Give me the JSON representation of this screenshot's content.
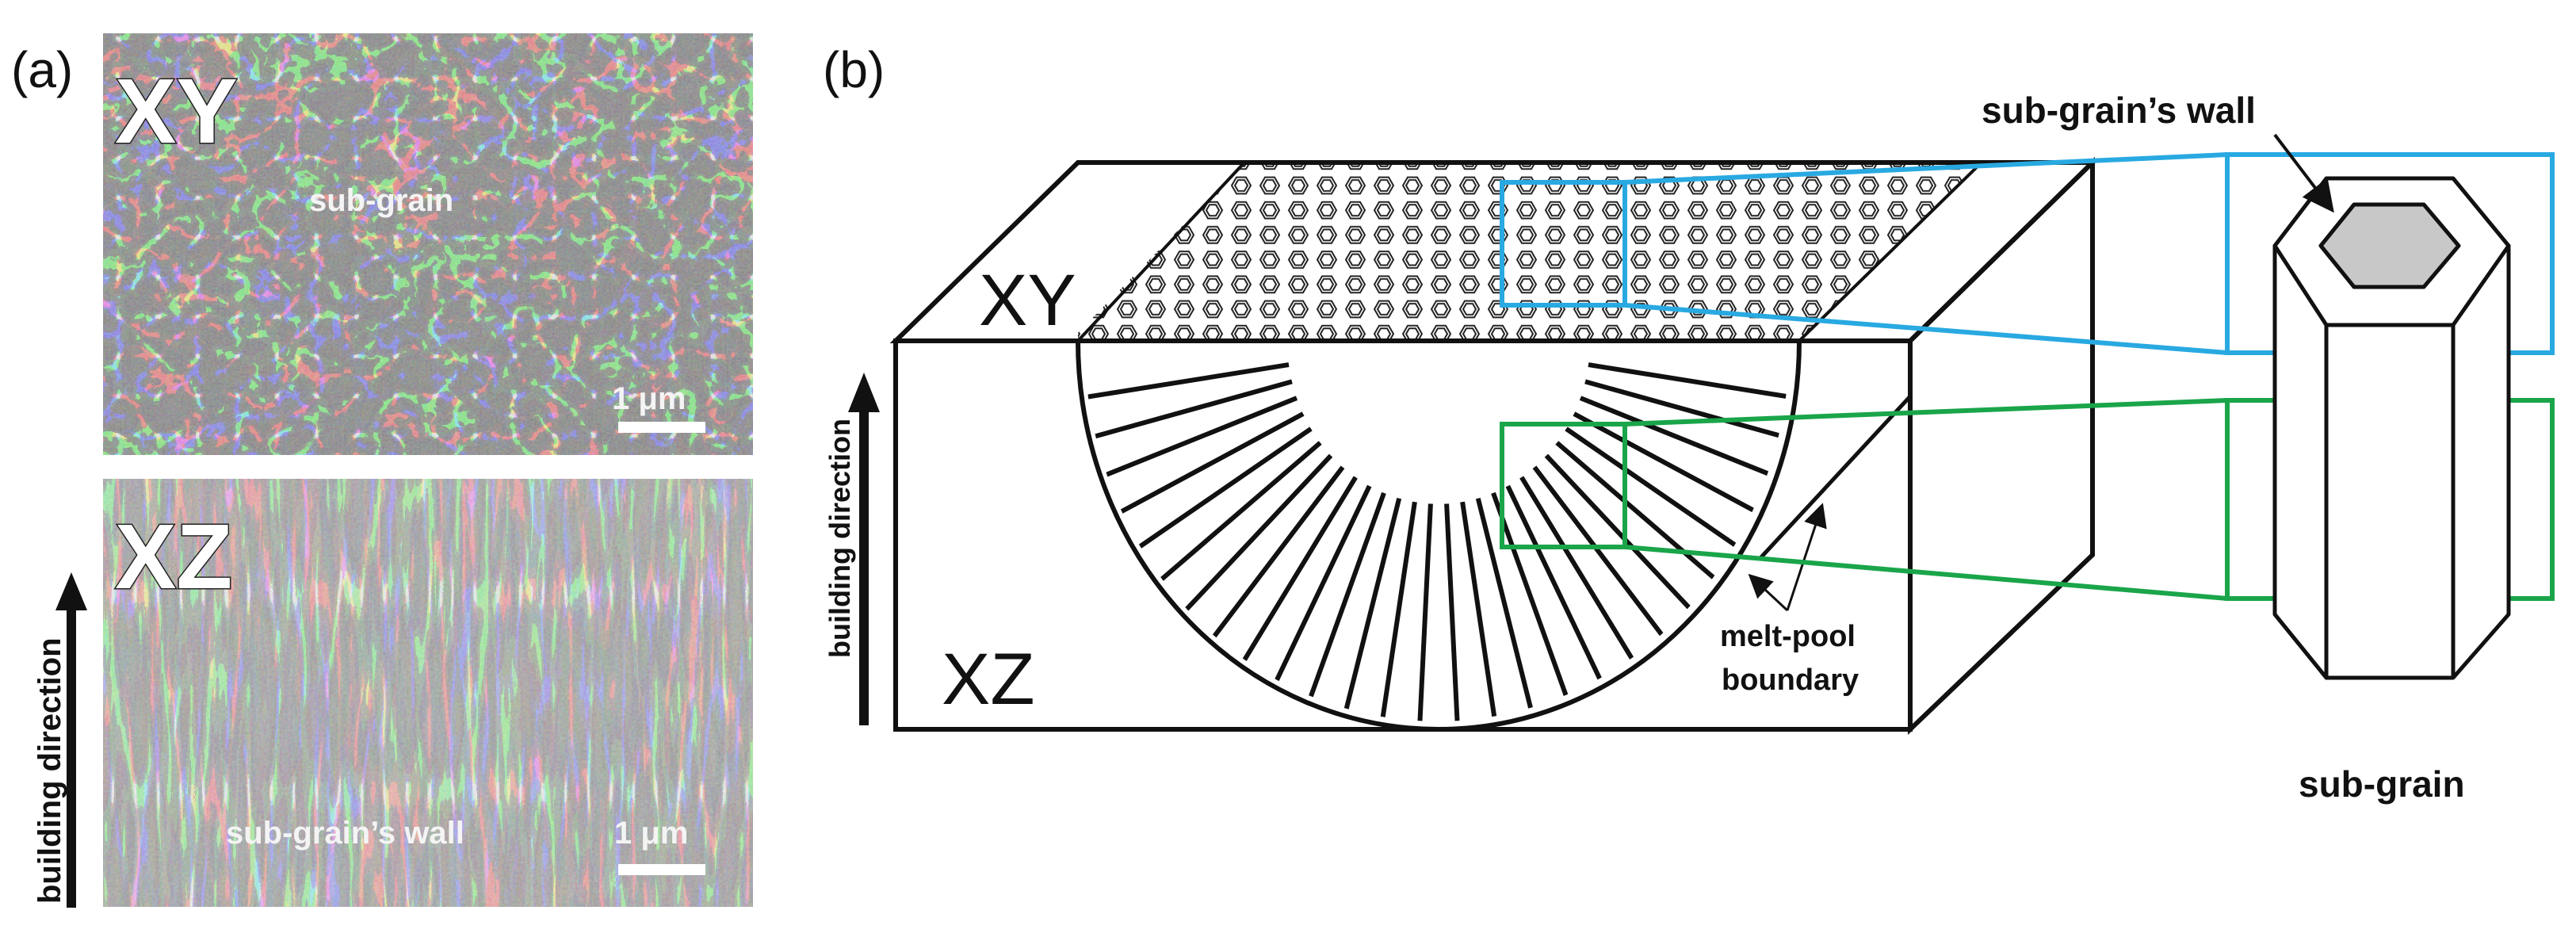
{
  "panel_a": {
    "label": "(a)",
    "xy_image": {
      "title": "XY",
      "annotation": "sub-grain",
      "scale_bar": "1 μm"
    },
    "xz_image": {
      "title": "XZ",
      "annotation": "sub-grain’s wall",
      "scale_bar": "1 μm"
    },
    "axis_label": "building direction"
  },
  "panel_b": {
    "label": "(b)",
    "face_xy": "XY",
    "face_xz": "XZ",
    "axis_label": "building direction",
    "melt_pool_line1": "melt-pool",
    "melt_pool_line2": "boundary",
    "wall_label": "sub-grain’s wall",
    "subgrain_label": "sub-grain",
    "colors": {
      "xy_zoom": "#29a9e1",
      "xz_zoom": "#1aa54a"
    }
  }
}
